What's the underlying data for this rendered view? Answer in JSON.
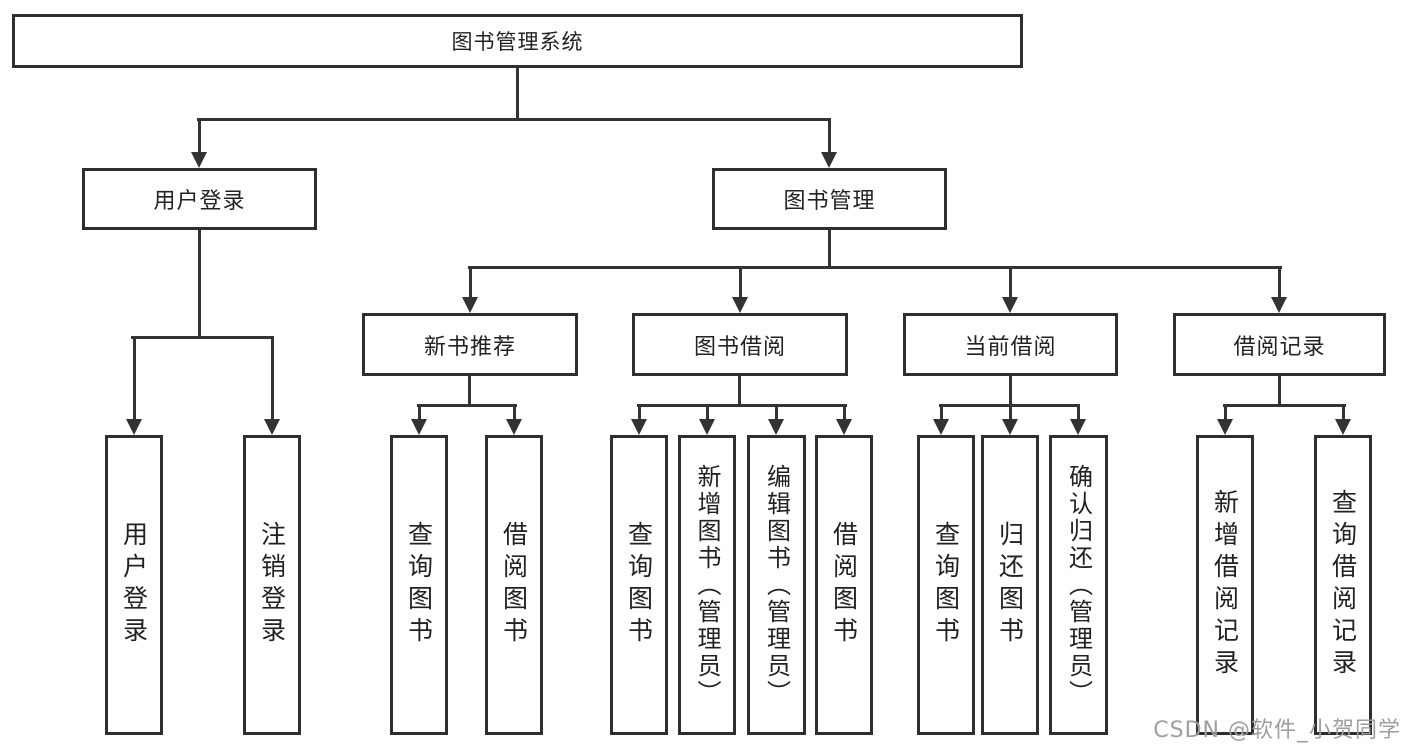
{
  "diagram": {
    "root": {
      "label": "图书管理系统"
    },
    "branches": [
      {
        "label": "用户登录",
        "children": [
          "用户登录",
          "注销登录"
        ]
      },
      {
        "label": "图书管理"
      }
    ],
    "modules": [
      {
        "label": "新书推荐",
        "children": [
          "查询图书",
          "借阅图书"
        ]
      },
      {
        "label": "图书借阅",
        "children": [
          "查询图书",
          "新增图书（管理员）",
          "编辑图书（管理员）",
          "借阅图书"
        ]
      },
      {
        "label": "当前借阅",
        "children": [
          "查询图书",
          "归还图书",
          "确认归还（管理员）"
        ]
      },
      {
        "label": "借阅记录",
        "children": [
          "新增借阅记录",
          "查询借阅记录"
        ]
      }
    ]
  },
  "watermark": "CSDN @软件_小贺同学",
  "colors": {
    "line": "#333333",
    "border": "#2e2e2e",
    "text": "#222222",
    "watermark": "#9e9e9e",
    "background": "#ffffff"
  }
}
